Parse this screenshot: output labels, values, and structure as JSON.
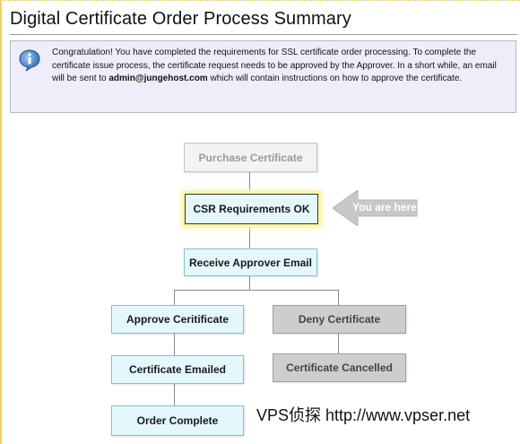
{
  "page": {
    "title": "Digital Certificate Order Process Summary"
  },
  "info": {
    "text_before": "Congratulation! You have completed the requirements for SSL certificate order processing. To complete the certificate issue process, the certificate request needs to be approved by the Approver. In a short while, an email will be sent to ",
    "email": "admin@jungehost.com",
    "text_after": " which will contain instructions on how to approve the certificate.",
    "icon": "info-icon"
  },
  "flow": {
    "purchase": "Purchase Certificate",
    "csr": "CSR Requirements OK",
    "receive_email": "Receive Approver Email",
    "approve": "Approve Ceritificate",
    "deny": "Deny Certificate",
    "emailed": "Certificate Emailed",
    "cancelled": "Certificate Cancelled",
    "complete": "Order Complete",
    "you_are_here": "You are here"
  },
  "watermark": "VPS侦探 http://www.vpser.net",
  "colors": {
    "active_fill": "#e4f8fb",
    "active_border": "#7fc2cc",
    "highlight_glow": "#fbf6a8",
    "disabled_fill": "#f3f3f3",
    "grey_fill": "#cdcdcd",
    "arrow": "#c8c8c8"
  }
}
